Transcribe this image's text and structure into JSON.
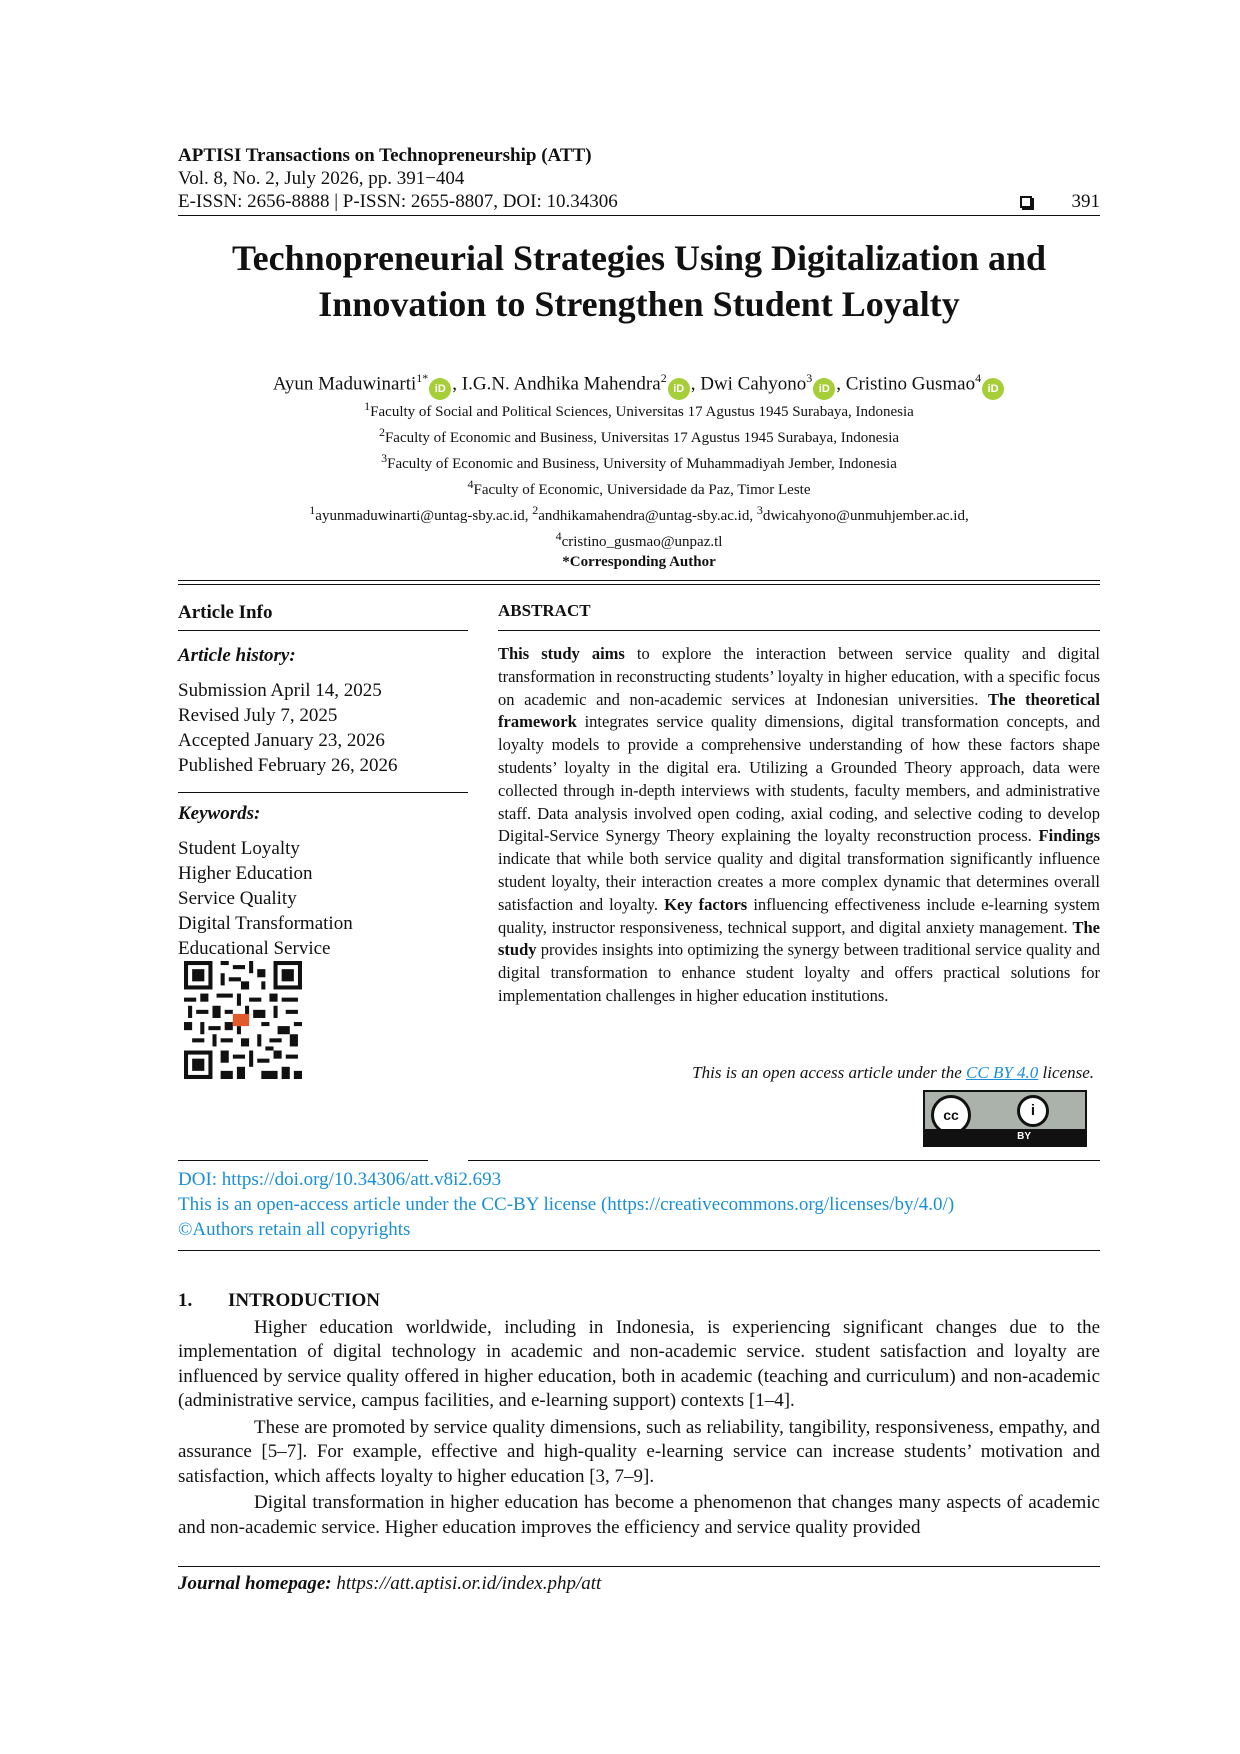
{
  "header": {
    "journal": "APTISI Transactions on Technopreneurship (ATT)",
    "volume": "Vol. 8, No. 2,  July 2026, pp. 391−404",
    "issn": "E-ISSN: 2656-8888 | P-ISSN: 2655-8807, DOI: 10.34306",
    "page_number": "391"
  },
  "title": "Technopreneurial Strategies Using Digitalization and Innovation to Strengthen Student Loyalty",
  "authors": [
    {
      "name": "Ayun Maduwinarti",
      "sup": "1*",
      "sep": ", "
    },
    {
      "name": "I.G.N. Andhika Mahendra",
      "sup": "2",
      "sep": ", "
    },
    {
      "name": "Dwi Cahyono",
      "sup": "3",
      "sep": ", "
    },
    {
      "name": "Cristino Gusmao",
      "sup": "4",
      "sep": ""
    }
  ],
  "orcid_label": "iD",
  "affiliations": [
    {
      "sup": "1",
      "text": "Faculty of Social and Political Sciences, Universitas 17 Agustus 1945 Surabaya, Indonesia"
    },
    {
      "sup": "2",
      "text": "Faculty of Economic and Business, Universitas 17 Agustus 1945 Surabaya, Indonesia"
    },
    {
      "sup": "3",
      "text": "Faculty of Economic and Business, University of Muhammadiyah Jember, Indonesia"
    },
    {
      "sup": "4",
      "text": "Faculty of Economic, Universidade da Paz, Timor Leste"
    }
  ],
  "emails": {
    "e1_sup": "1",
    "e1": "ayunmaduwinarti@untag-sby.ac.id,",
    "e2_sup": "2",
    "e2": "andhikamahendra@untag-sby.ac.id,",
    "e3_sup": "3",
    "e3": "dwicahyono@unmuhjember.ac.id,",
    "e4_sup": "4",
    "e4": "cristino_gusmao@unpaz.tl"
  },
  "corresponding": "*Corresponding Author",
  "article_info": {
    "heading": "Article Info",
    "history_label": "Article history:",
    "history": [
      "Submission April 14, 2025",
      "Revised July 7, 2025",
      "Accepted January 23, 2026",
      "Published February 26, 2026"
    ],
    "keywords_label": "Keywords:",
    "keywords": [
      "Student Loyalty",
      "Higher Education",
      "Service Quality",
      "Digital Transformation",
      "Educational Service"
    ]
  },
  "abstract": {
    "heading": "ABSTRACT",
    "s1_bold": "This study aims",
    "s1": " to explore the interaction between service quality and digital transformation in reconstructing students’ loyalty in higher education, with a specific focus on academic and non-academic services at Indonesian universities. ",
    "s2_bold": "The theoretical framework",
    "s2": " integrates service quality dimensions, digital transformation concepts, and loyalty models to provide a comprehensive understanding of how these factors shape students’ loyalty in the digital era. Utilizing a Grounded Theory approach, data were collected through in-depth interviews with students, faculty members, and administrative staff. Data analysis involved open coding, axial coding, and selective coding to develop Digital-Service Synergy Theory explaining the loyalty reconstruction process. ",
    "s3_bold": "Findings",
    "s3": " indicate that while both service quality and digital transformation significantly influence student loyalty, their interaction creates a more complex dynamic that determines overall satisfaction and loyalty. ",
    "s4_bold": "Key factors",
    "s4": " influencing effectiveness include e-learning system quality, instructor responsiveness, technical support, and digital anxiety management. ",
    "s5_bold": "The study",
    "s5": " provides insights into optimizing the synergy between traditional service quality and digital transformation to enhance student loyalty and offers practical solutions for implementation challenges in higher education institutions."
  },
  "open_access": {
    "pre": "This is an open access article under the ",
    "link": "CC BY 4.0",
    "post": " license."
  },
  "cc_badge": {
    "cc": "cc",
    "by": "BY",
    "person": "i"
  },
  "doi_block": {
    "doi": "DOI: https://doi.org/10.34306/att.v8i2.693",
    "license": "This is an open-access article under the CC-BY license (https://creativecommons.org/licenses/by/4.0/)",
    "copyright": "©Authors retain all copyrights"
  },
  "introduction": {
    "num": "1.",
    "heading": "INTRODUCTION",
    "paragraphs": [
      "Higher education worldwide, including in Indonesia, is experiencing significant changes due to the implementation of digital technology in academic and non-academic service. student satisfaction and loyalty are influenced by service quality offered in higher education, both in academic (teaching and curriculum) and non-academic (administrative service, campus facilities, and e-learning support) contexts [1–4].",
      "These are promoted by service quality dimensions, such as reliability, tangibility, responsiveness, empathy, and assurance [5–7]. For example, effective and high-quality e-learning service can increase students’ motivation and satisfaction, which affects loyalty to higher education [3, 7–9].",
      "Digital transformation in higher education has become a phenomenon that changes many aspects of academic and non-academic service.  Higher education improves the efficiency and service quality provided"
    ]
  },
  "footer": {
    "label": "Journal homepage:",
    "url": " https://att.aptisi.or.id/index.php/att"
  },
  "colors": {
    "link": "#1a8fd6",
    "orcid": "#a6ce39"
  }
}
